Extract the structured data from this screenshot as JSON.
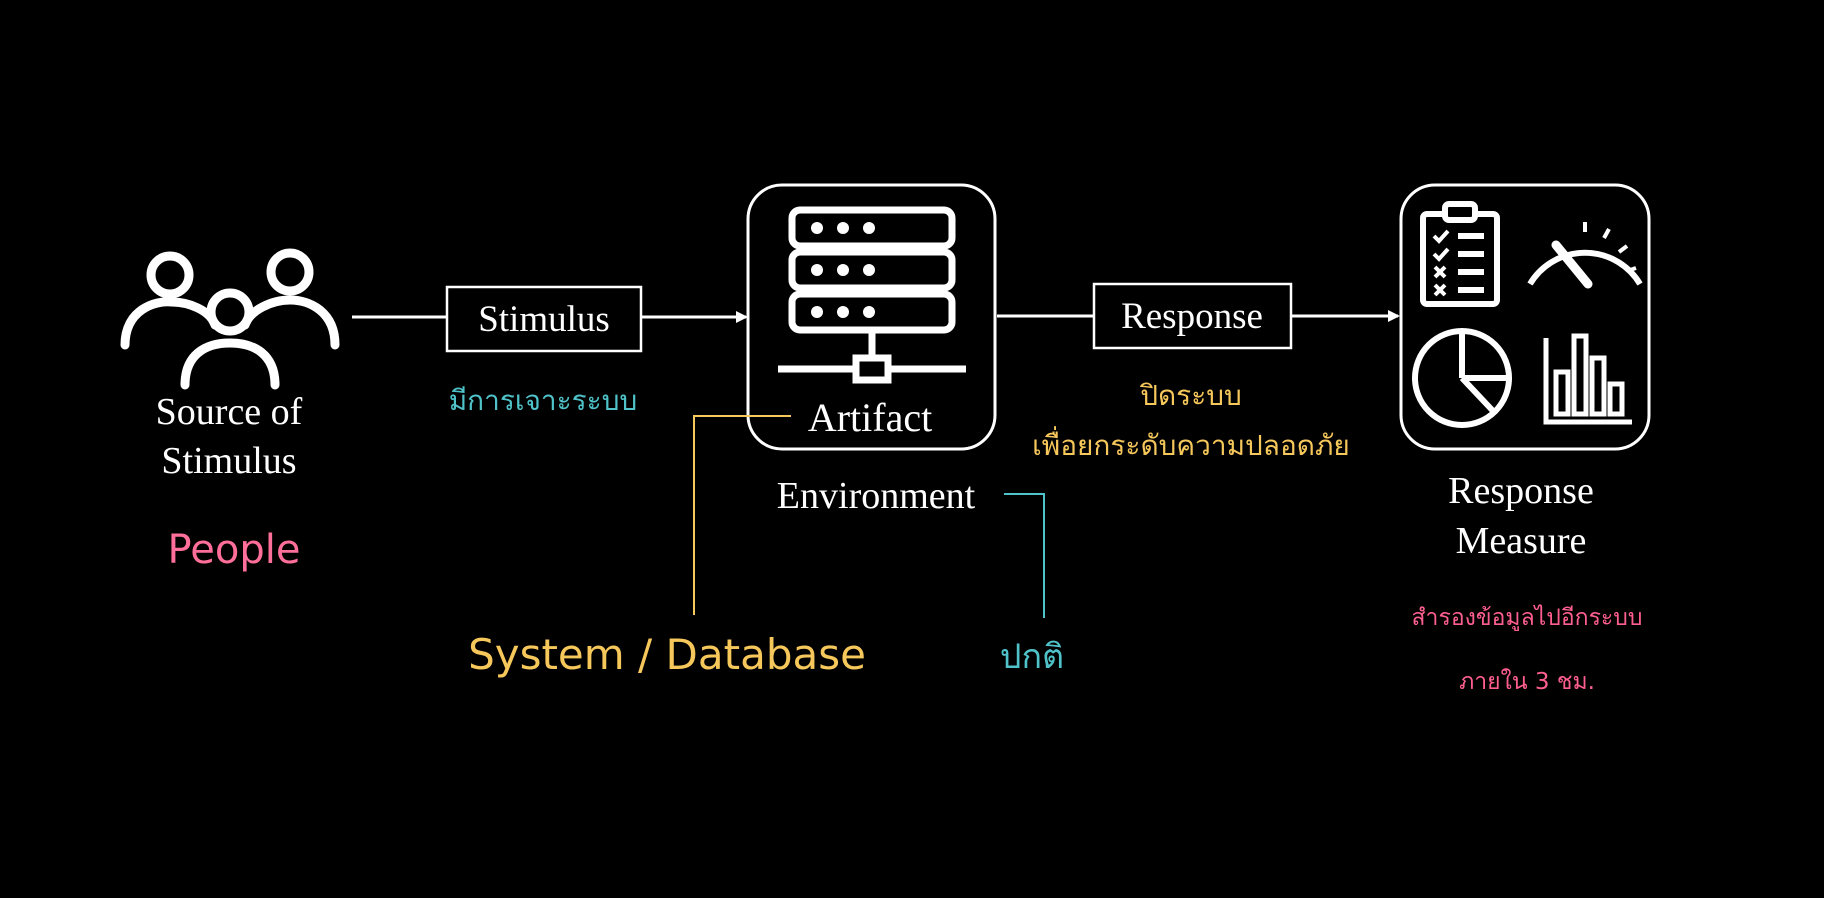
{
  "diagram": {
    "source": {
      "label_line1": "Source of",
      "label_line2": "Stimulus",
      "note": "People"
    },
    "stimulus": {
      "label": "Stimulus",
      "note": "มีการเจาะระบบ"
    },
    "artifact": {
      "label": "Artifact",
      "note": "System / Database"
    },
    "environment": {
      "label": "Environment",
      "note": "ปกติ"
    },
    "response": {
      "label": "Response",
      "note_line1": "ปิดระบบ",
      "note_line2": "เพื่อยกระดับความปลอดภัย"
    },
    "response_measure": {
      "label_line1": "Response",
      "label_line2": "Measure",
      "note_line1": "สำรองข้อมูลไปอีกระบบ",
      "note_line2": "ภายใน 3 ชม."
    }
  },
  "colors": {
    "background": "#000000",
    "line": "#ffffff",
    "people_note": "#ff6f9a",
    "stimulus_note": "#4fc3c9",
    "artifact_note": "#f6c75a",
    "environment_note": "#4fc3c9",
    "response_note": "#f6c75a",
    "measure_note": "#ff5f8f"
  }
}
